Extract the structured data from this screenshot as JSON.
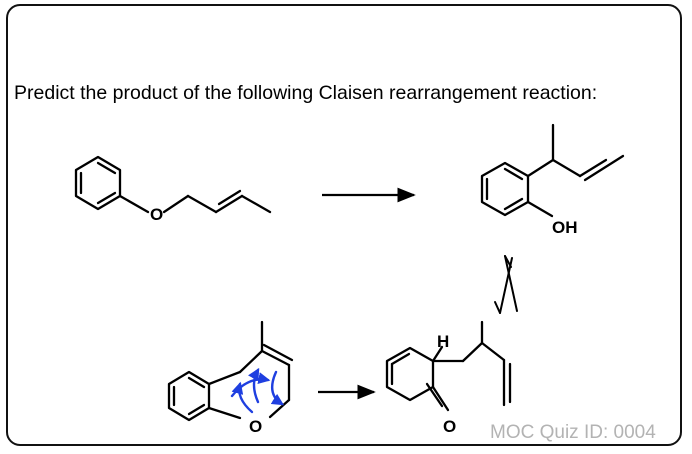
{
  "question": "Predict the product of the following Claisen rearrangement reaction:",
  "atom_labels": {
    "oxygen": "O",
    "hydroxyl": "OH",
    "hydrogen": "H"
  },
  "watermark": "MOC Quiz ID: 0004",
  "colors": {
    "bonds": "#000000",
    "mechanism_arrows": "#1f3fe0",
    "watermark": "#b3b3b3"
  }
}
